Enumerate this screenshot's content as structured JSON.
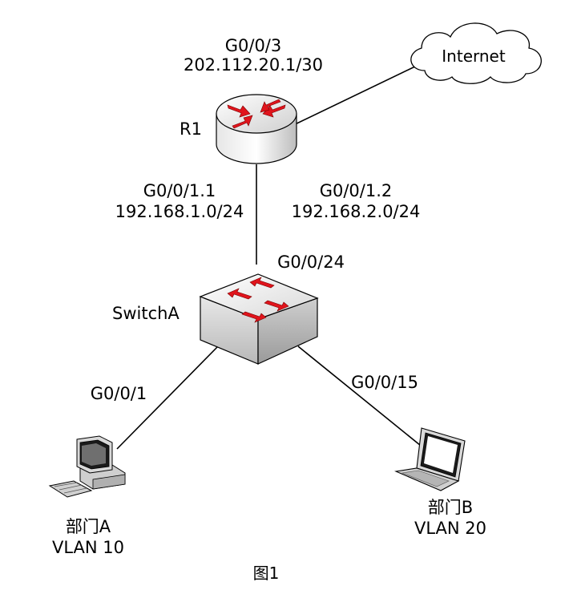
{
  "figure": {
    "caption": "图1"
  },
  "internet": {
    "label": "Internet"
  },
  "router": {
    "name": "R1",
    "uplink_port": "G0/0/3",
    "uplink_ip": "202.112.20.1/30",
    "sub_if_1": "G0/0/1.1",
    "sub_if_1_net": "192.168.1.0/24",
    "sub_if_2": "G0/0/1.2",
    "sub_if_2_net": "192.168.2.0/24"
  },
  "switch": {
    "name": "SwitchA",
    "uplink_port": "G0/0/24",
    "port_a": "G0/0/1",
    "port_b": "G0/0/15"
  },
  "dept_a": {
    "name": "部门A",
    "vlan": "VLAN 10"
  },
  "dept_b": {
    "name": "部门B",
    "vlan": "VLAN 20"
  },
  "colors": {
    "arrow_red": "#e0141c",
    "device_gray": "#d9d9d9",
    "line": "#000000"
  }
}
